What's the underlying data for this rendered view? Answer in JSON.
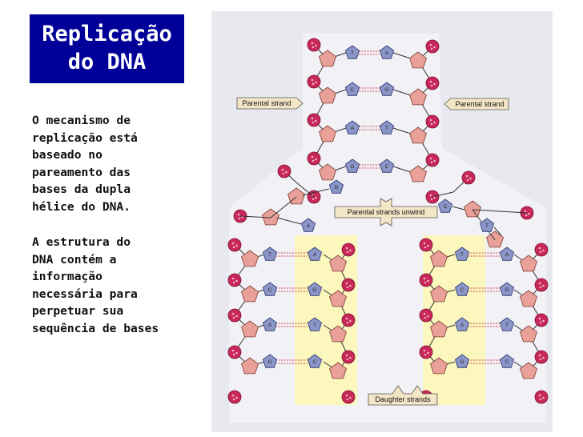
{
  "title": {
    "line1": "Replicação",
    "line2": "do DNA"
  },
  "paragraph1": {
    "lines": [
      "O mecanismo de",
      "replicação está",
      "baseado no",
      "pareamento das",
      "bases da dupla",
      "hélice do DNA."
    ]
  },
  "paragraph2": {
    "lines": [
      "A estrutura do",
      "DNA contém a",
      "informação",
      "necessária para",
      "perpetuar sua",
      "sequência de bases"
    ]
  },
  "diagram": {
    "labels": {
      "parental_left": "Parental strand",
      "parental_right": "Parental strand",
      "unwind": "Parental strands unwind",
      "daughter": "Daughter strands"
    },
    "top_pairs": [
      [
        "T",
        "A"
      ],
      [
        "C",
        "G"
      ],
      [
        "A",
        "T"
      ],
      [
        "G",
        "C"
      ]
    ],
    "junction_bases": [
      "G",
      "A",
      "C",
      "T"
    ],
    "left_pairs": [
      [
        "T",
        "A"
      ],
      [
        "C",
        "G"
      ],
      [
        "A",
        "T"
      ],
      [
        "G",
        "C"
      ]
    ],
    "right_pairs": [
      [
        "T",
        "A"
      ],
      [
        "C",
        "G"
      ],
      [
        "A",
        "T"
      ],
      [
        "G",
        "C"
      ]
    ],
    "colors": {
      "backbone_bg": "#ebe9f3",
      "panel_bg": "#e8e9ef",
      "daughter_bg": "#fbf7bd",
      "phosphate": "#c8285a",
      "sugar": "#e8a098",
      "base_purple": "#8b96c8",
      "pair_line": "#d04a55"
    }
  }
}
